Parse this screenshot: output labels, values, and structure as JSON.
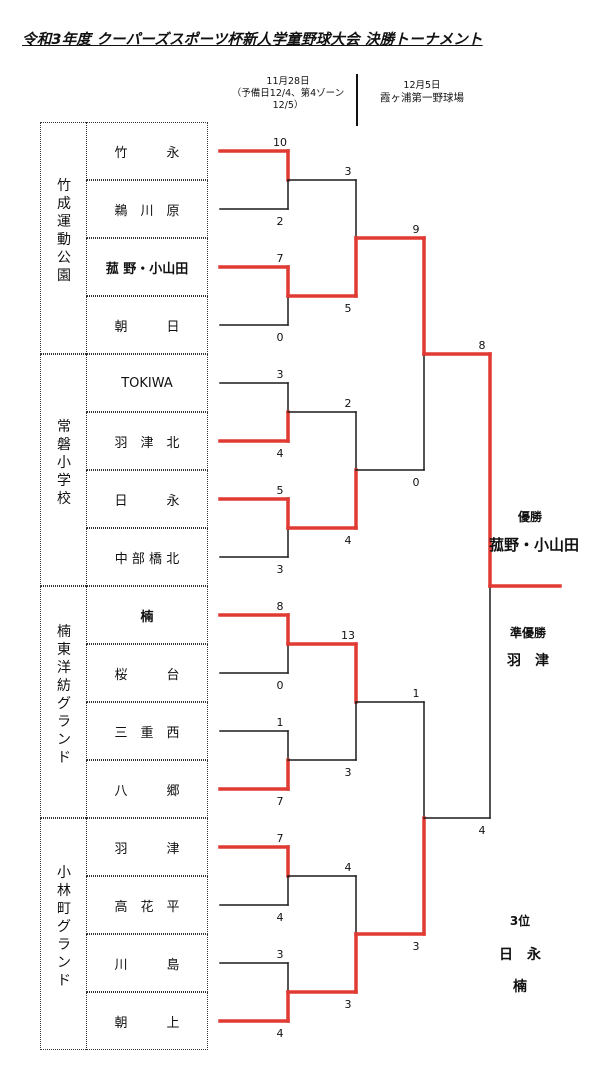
{
  "title": "令和3年度 クーパーズスポーツ杯新人学童野球大会 決勝トーナメント",
  "schedule": {
    "day1_date": "11月28日",
    "day1_note_1": "（予備日12/4、第4ゾーン",
    "day1_note_2": "12/5）",
    "day2_date": "12月5日",
    "day2_venue": "霞ヶ浦第一野球場"
  },
  "venues": [
    {
      "name": "竹\n成\n運\n動\n公\n園"
    },
    {
      "name": "常\n磐\n小\n学\n校"
    },
    {
      "name": "楠\n東\n洋\n紡\nグ\nラ\nン\nド"
    },
    {
      "name": "小\n林\n町\nグ\nラ\nン\nド"
    }
  ],
  "teams": [
    {
      "name": "竹　　　永",
      "bold": false
    },
    {
      "name": "鵜　川　原",
      "bold": false
    },
    {
      "name": "菰 野・小山田",
      "bold": true
    },
    {
      "name": "朝　　　日",
      "bold": false
    },
    {
      "name": "TOKIWA",
      "bold": false
    },
    {
      "name": "羽　津　北",
      "bold": false
    },
    {
      "name": "日　　　永",
      "bold": false
    },
    {
      "name": "中 部 橋 北",
      "bold": false
    },
    {
      "name": "楠",
      "bold": true
    },
    {
      "name": "桜　　　台",
      "bold": false
    },
    {
      "name": "三　重　西",
      "bold": false
    },
    {
      "name": "八　　　郷",
      "bold": false
    },
    {
      "name": "羽　　　津",
      "bold": false
    },
    {
      "name": "高　花　平",
      "bold": false
    },
    {
      "name": "川　　　島",
      "bold": false
    },
    {
      "name": "朝　　　上",
      "bold": false
    }
  ],
  "scores": {
    "r1": [
      "10",
      "2",
      "7",
      "0",
      "3",
      "4",
      "5",
      "3",
      "8",
      "0",
      "1",
      "7",
      "7",
      "4",
      "3",
      "4"
    ],
    "r2": [
      "3",
      "5",
      "2",
      "4",
      "13",
      "3",
      "4",
      "3"
    ],
    "qf": [
      "9",
      "0",
      "1",
      "3"
    ],
    "sf": [
      "8",
      "4"
    ]
  },
  "results": {
    "champion_label": "優勝",
    "champion_team": "菰野・小山田",
    "runner_up_label": "準優勝",
    "runner_up_team": "羽　津",
    "third_label": "3位",
    "third_team_1": "日　永",
    "third_team_2": "楠"
  },
  "colors": {
    "win": "#e03a33",
    "lose": "#1a1a1a"
  }
}
